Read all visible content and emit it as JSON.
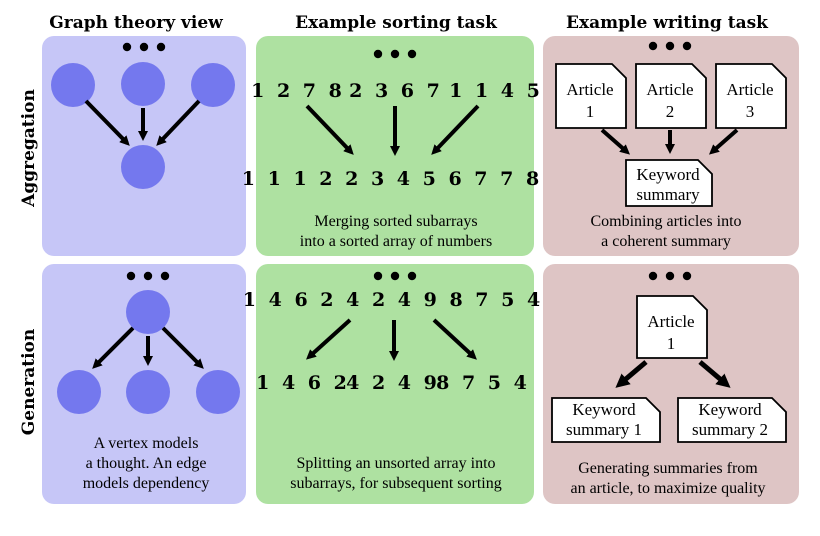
{
  "columns": {
    "graph": "Graph theory view",
    "sorting": "Example sorting task",
    "writing": "Example writing task"
  },
  "rows": {
    "aggregation": "Aggregation",
    "generation": "Generation"
  },
  "aggregation": {
    "sort_inputs": [
      "1 2 7 8",
      "2 3 6 7",
      "1 1 4 5"
    ],
    "sort_output": "1 1 1 2 2 3 4 5 6 7 7 8",
    "sort_caption": [
      "Merging sorted subarrays",
      "into a sorted array of numbers"
    ],
    "articles": [
      {
        "line1": "Article",
        "line2": "1"
      },
      {
        "line1": "Article",
        "line2": "2"
      },
      {
        "line1": "Article",
        "line2": "3"
      }
    ],
    "summary": {
      "line1": "Keyword",
      "line2": "summary"
    },
    "write_caption": [
      "Combining articles into",
      "a coherent summary"
    ]
  },
  "generation": {
    "graph_caption": [
      "A vertex models",
      "a thought. An edge",
      "models dependency"
    ],
    "sort_input": "1 4 6 2 4 2 4 9 8 7 5 4",
    "sort_outputs": [
      "1 4 6 2",
      "4 2 4 9",
      "8 7 5 4"
    ],
    "sort_caption": [
      "Splitting an unsorted array into",
      "subarrays, for subsequent sorting"
    ],
    "article": {
      "line1": "Article",
      "line2": "1"
    },
    "summaries": [
      {
        "line1": "Keyword",
        "line2": "summary 1"
      },
      {
        "line1": "Keyword",
        "line2": "summary 2"
      }
    ],
    "write_caption": [
      "Generating summaries from",
      "an article, to maximize quality"
    ]
  },
  "colors": {
    "graph_panel": "#c6c6f7",
    "sort_panel": "#aee1a1",
    "write_panel": "#dec5c5",
    "vertex": "#7478ee"
  }
}
